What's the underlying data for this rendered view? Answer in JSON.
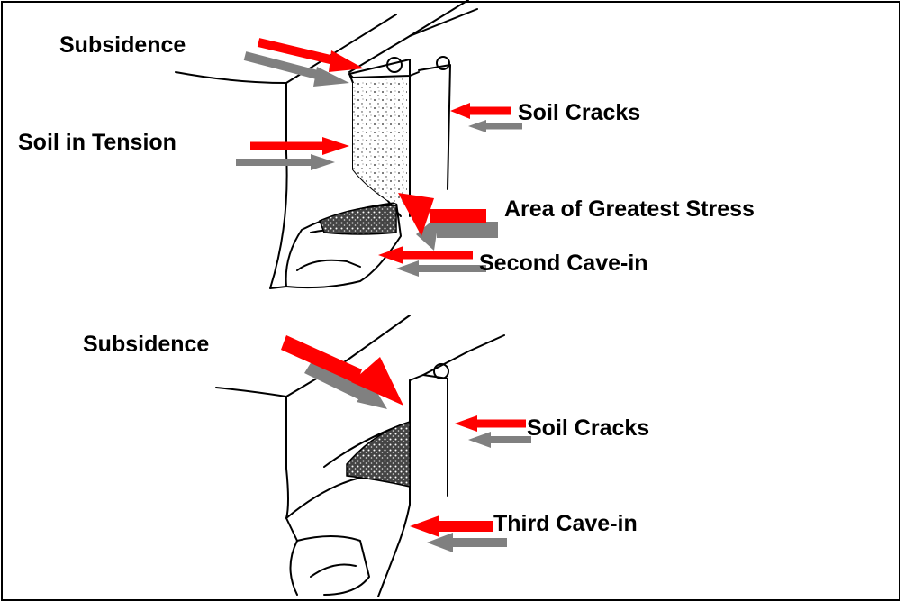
{
  "labels": {
    "top_subsidence": "Subsidence",
    "top_soil_cracks": "Soil Cracks",
    "soil_in_tension": "Soil in Tension",
    "area_greatest_stress": "Area of Greatest Stress",
    "second_cave_in": "Second Cave-in",
    "bottom_subsidence": "Subsidence",
    "bottom_soil_cracks": "Soil Cracks",
    "third_cave_in": "Third Cave-in"
  },
  "colors": {
    "arrow_primary": "#ff0000",
    "arrow_shadow": "#808080",
    "ink": "#000000",
    "frame": "#000000"
  }
}
